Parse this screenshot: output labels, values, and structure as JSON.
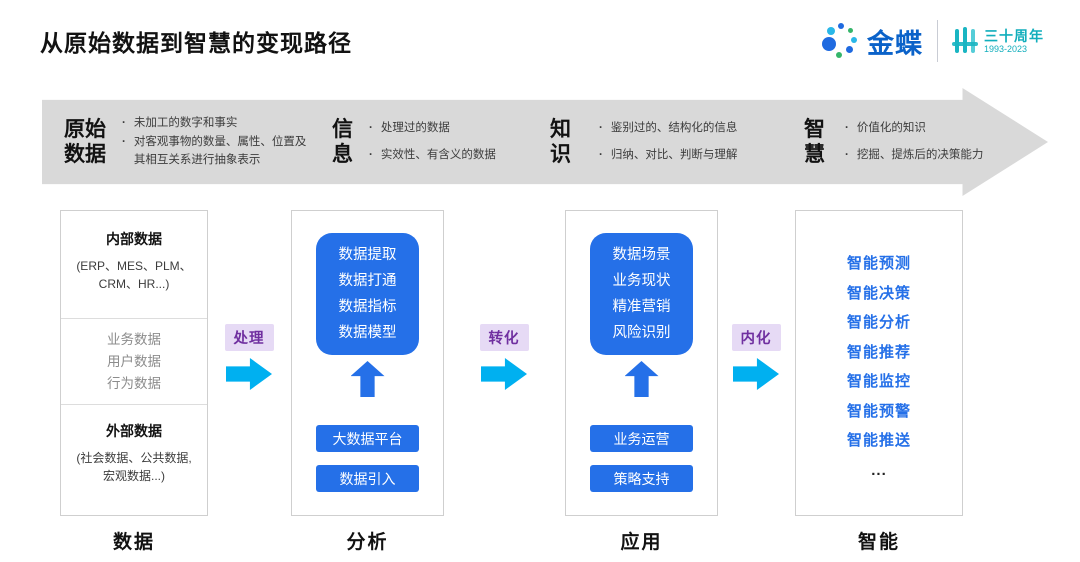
{
  "title": "从原始数据到智慧的变现路径",
  "logo": {
    "brand": "金蝶",
    "anniversary": "三十周年",
    "years": "1993-2023"
  },
  "banner": {
    "stages": [
      {
        "title": "原始数据",
        "bullets": [
          "未加工的数字和事实",
          "对客观事物的数量、属性、位置及其相互关系进行抽象表示"
        ]
      },
      {
        "title": "信息",
        "bullets": [
          "处理过的数据",
          "实效性、有含义的数据"
        ]
      },
      {
        "title": "知识",
        "bullets": [
          "鉴别过的、结构化的信息",
          "归纳、对比、判断与理解"
        ]
      },
      {
        "title": "智慧",
        "bullets": [
          "价值化的知识",
          "挖掘、提炼后的决策能力"
        ]
      }
    ]
  },
  "flow": {
    "connectors": [
      {
        "label": "处理"
      },
      {
        "label": "转化"
      },
      {
        "label": "内化"
      }
    ],
    "data_column": {
      "internal_title": "内部数据",
      "internal_sub": "(ERP、MES、PLM、CRM、HR...)",
      "middle_items": [
        "业务数据",
        "用户数据",
        "行为数据"
      ],
      "external_title": "外部数据",
      "external_sub": "(社会数据、公共数据, 宏观数据...)",
      "footer": "数据"
    },
    "analysis_column": {
      "main_lines": [
        "数据提取",
        "数据打通",
        "数据指标",
        "数据模型"
      ],
      "bottom_boxes": [
        "大数据平台",
        "数据引入"
      ],
      "footer": "分析"
    },
    "application_column": {
      "main_lines": [
        "数据场景",
        "业务现状",
        "精准营销",
        "风险识别"
      ],
      "bottom_boxes": [
        "业务运营",
        "策略支持"
      ],
      "footer": "应用"
    },
    "intelligence_column": {
      "items": [
        "智能预测",
        "智能决策",
        "智能分析",
        "智能推荐",
        "智能监控",
        "智能预警",
        "智能推送",
        "..."
      ],
      "footer": "智能"
    }
  },
  "colors": {
    "box_blue": "#2570E8",
    "arrow_cyan": "#00B0F0",
    "label_purple_text": "#7030A0",
    "label_purple_bg": "#E6DAF5",
    "banner_gray": "#D9D9D9",
    "brand_blue": "#0A62C9",
    "anniversary_teal": "#12AEBC"
  }
}
